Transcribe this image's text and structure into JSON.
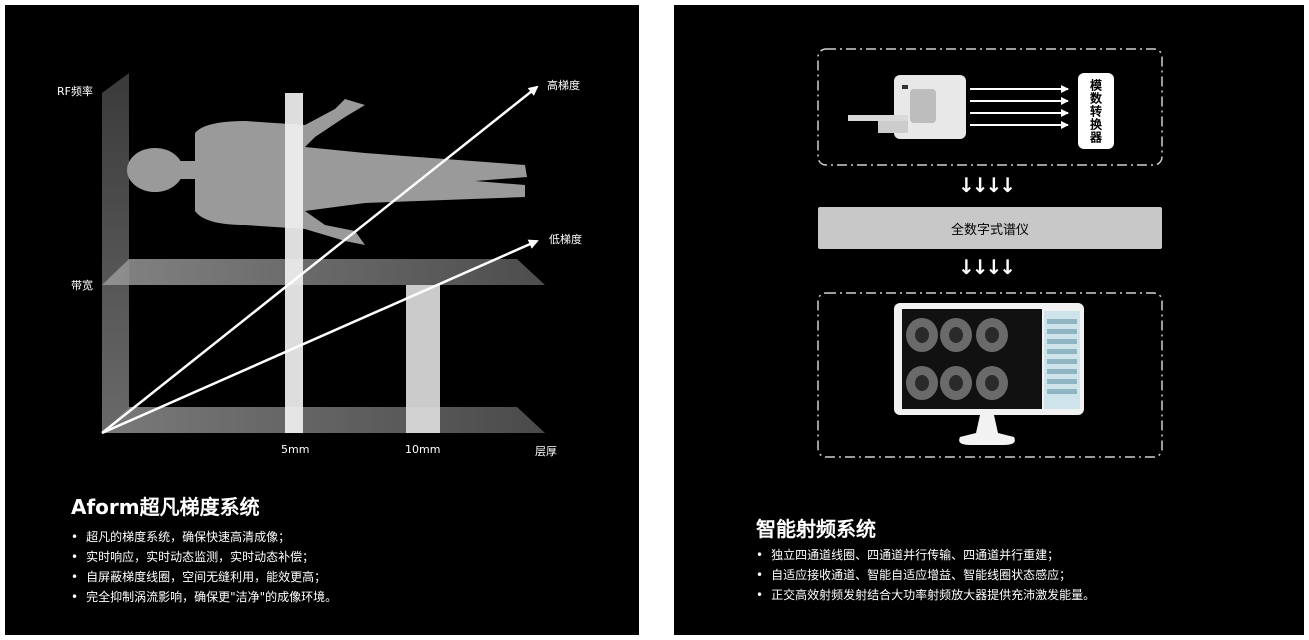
{
  "left": {
    "axis_labels": {
      "rf": "RF频率",
      "bandwidth": "带宽",
      "high_gradient": "高梯度",
      "low_gradient": "低梯度",
      "slice_thickness": "层厚",
      "tick_5mm": "5mm",
      "tick_10mm": "10mm"
    },
    "title": "Aform超凡梯度系统",
    "bullets": [
      "超凡的梯度系统，确保快速高清成像；",
      "实时响应，实时动态监测，实时动态补偿；",
      "自屏蔽梯度线圈，空间无缝利用，能效更高；",
      "完全抑制涡流影响，确保更\"洁净\"的成像环境。"
    ]
  },
  "right": {
    "converter_label": "模数转换器",
    "spectrometer_label": "全数字式谱仪",
    "title": "智能射频系统",
    "bullets": [
      "独立四通道线圈、四通道并行传输、四通道并行重建；",
      "自适应接收通道、智能自适应增益、智能线圈状态感应；",
      "正交高效射频发射结合大功率射频放大器提供充沛激发能量。"
    ]
  },
  "colors": {
    "background": "#000000",
    "text": "#ffffff",
    "bar": "#c8c8c8"
  }
}
